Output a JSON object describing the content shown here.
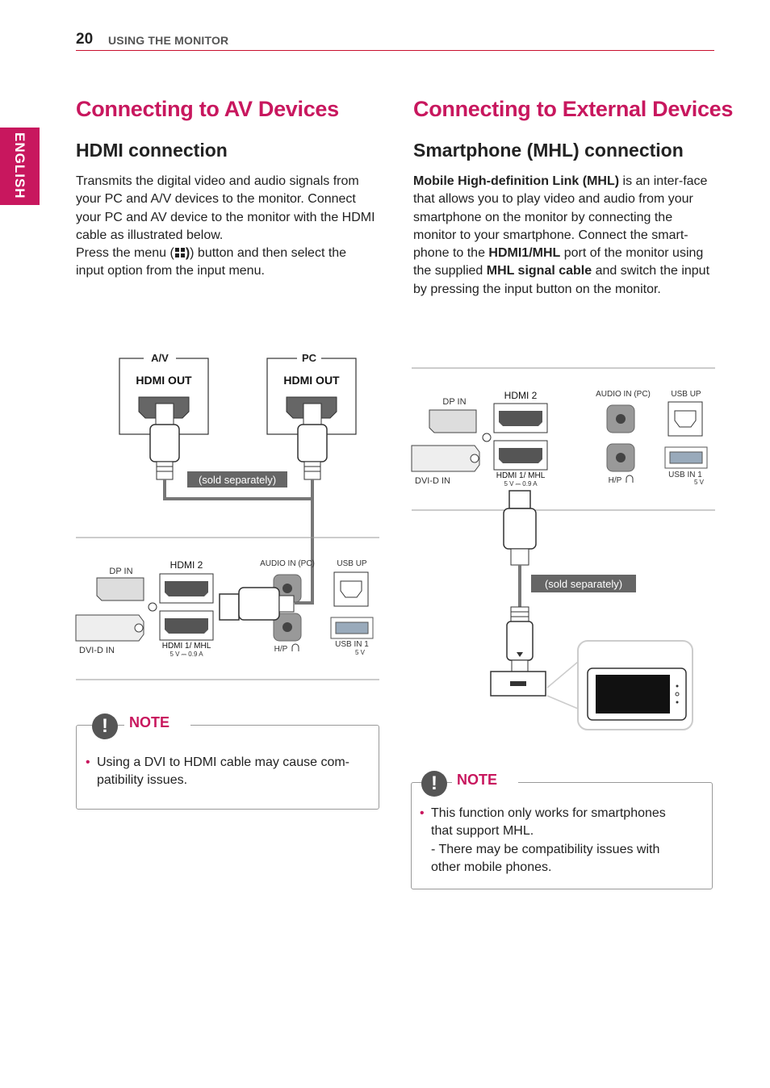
{
  "header": {
    "page_number": "20",
    "section": "USING THE MONITOR"
  },
  "side_tab": "ENGLISH",
  "left": {
    "title": "Connecting to AV Devices",
    "subtitle": "HDMI connection",
    "para1": "Transmits the digital video and audio signals from your PC and A/V devices to the monitor. Connect your PC and AV device to the monitor with the HDMI cable as illustrated below.",
    "para2_a": "Press the menu (",
    "para2_b": ") button and then select the input option from the input menu.",
    "diagram": {
      "av_label": "A/V",
      "pc_label": "PC",
      "hdmi_out": "HDMI OUT",
      "sold_separately": "(sold separately)",
      "dp_in": "DP IN",
      "hdmi2": "HDMI 2",
      "audio_in": "AUDIO IN (PC)",
      "usb_up": "USB UP",
      "dvi_d_in": "DVI-D IN",
      "hdmi1_mhl": "HDMI 1/ MHL",
      "power_rating": "5 V ⎓ 0.9 A",
      "hp": "H/P",
      "usb_in1": "USB IN 1",
      "usb_5v": "5 V"
    },
    "note": {
      "title": "NOTE",
      "items": [
        "Using a DVI to HDMI cable may cause com-patibility issues."
      ]
    }
  },
  "right": {
    "title": "Connecting to External Devices",
    "subtitle": "Smartphone (MHL) connection",
    "p_b1": "Mobile High-definition Link (MHL)",
    "p_t1": " is an inter-face that allows you to play video and audio from your smartphone on the monitor by connecting the monitor to your smartphone. Connect the smart-phone to the ",
    "p_b2": "HDMI1/MHL",
    "p_t2": " port of the monitor using the supplied ",
    "p_b3": "MHL signal cable",
    "p_t3": " and switch the input by pressing the input button on the monitor.",
    "diagram": {
      "dp_in": "DP IN",
      "hdmi2": "HDMI 2",
      "audio_in": "AUDIO IN (PC)",
      "usb_up": "USB UP",
      "dvi_d_in": "DVI-D IN",
      "hdmi1_mhl": "HDMI 1/ MHL",
      "power_rating": "5 V ⎓ 0.9 A",
      "hp": "H/P",
      "usb_in1": "USB IN 1",
      "usb_5v": "5 V",
      "sold_separately": "(sold separately)"
    },
    "note": {
      "title": "NOTE",
      "line1": "This function only works for smartphones that support MHL.",
      "line2": "- There may be compatibility issues with other mobile phones."
    }
  }
}
